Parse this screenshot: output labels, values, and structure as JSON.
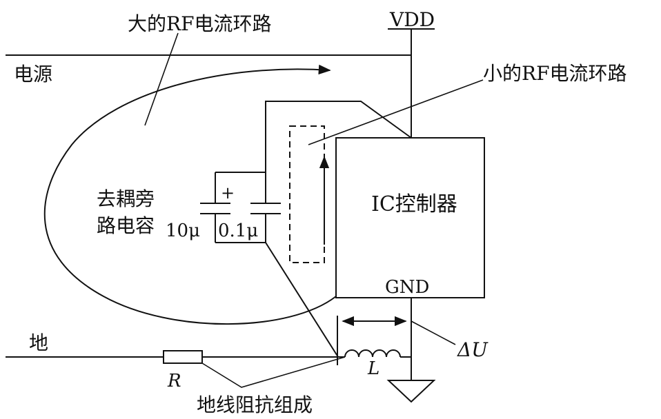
{
  "labels": {
    "large_loop": "大的RF电流环路",
    "small_loop": "小的RF电流环路",
    "vdd": "VDD",
    "power": "电源",
    "ground_label": "地",
    "decoupling_line1": "去耦旁",
    "decoupling_line2": "路电容",
    "cap_large": "10μ",
    "cap_small": "0.1μ",
    "plus": "+",
    "ic": "IC控制器",
    "gnd": "GND",
    "delta_u": "ΔU",
    "resistor": "R",
    "inductor": "L",
    "ground_impedance": "地线阻抗组成"
  }
}
